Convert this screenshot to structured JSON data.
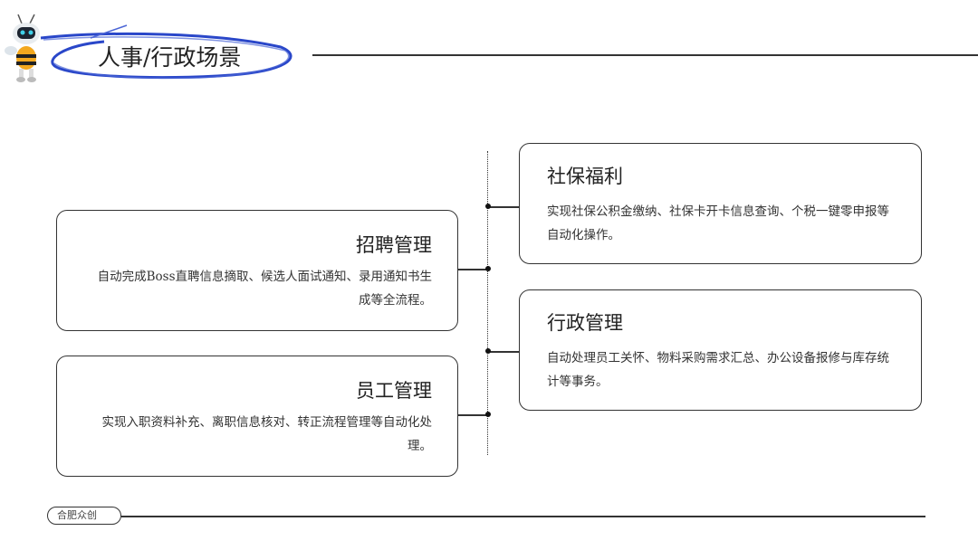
{
  "header": {
    "title": "人事/行政场景"
  },
  "cards": [
    {
      "title": "招聘管理",
      "desc": "自动完成Boss直聘信息摘取、候选人面试通知、录用通知书生成等全流程。"
    },
    {
      "title": "员工管理",
      "desc": "实现入职资料补充、离职信息核对、转正流程管理等自动化处理。"
    },
    {
      "title": "社保福利",
      "desc": "实现社保公积金缴纳、社保卡开卡信息查询、个税一键零申报等自动化操作。"
    },
    {
      "title": "行政管理",
      "desc": "自动处理员工关怀、物料采购需求汇总、办公设备报修与库存统计等事务。"
    }
  ],
  "footer": {
    "company": "合肥众创"
  },
  "colors": {
    "accent": "#2a47c9",
    "line": "#333333"
  }
}
